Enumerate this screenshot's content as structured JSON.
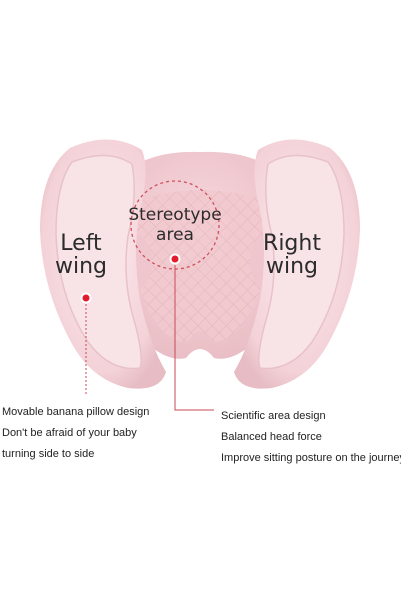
{
  "labels": {
    "left_wing": "Left\nwing",
    "right_wing": "Right\nwing",
    "center_area": "Stereotype\narea"
  },
  "captions": {
    "left": [
      "Movable banana pillow design",
      "Don't be afraid of your baby",
      "turning side to side"
    ],
    "right": [
      "Scientific area design",
      "Balanced head force",
      "Improve sitting posture on the journey"
    ]
  },
  "colors": {
    "pillow_fill": "#f2d1d6",
    "pillow_dark": "#e3b6be",
    "wing_inner": "#f8e4e7",
    "marker_red": "#e31b2d",
    "leader_line": "#c94a55"
  }
}
